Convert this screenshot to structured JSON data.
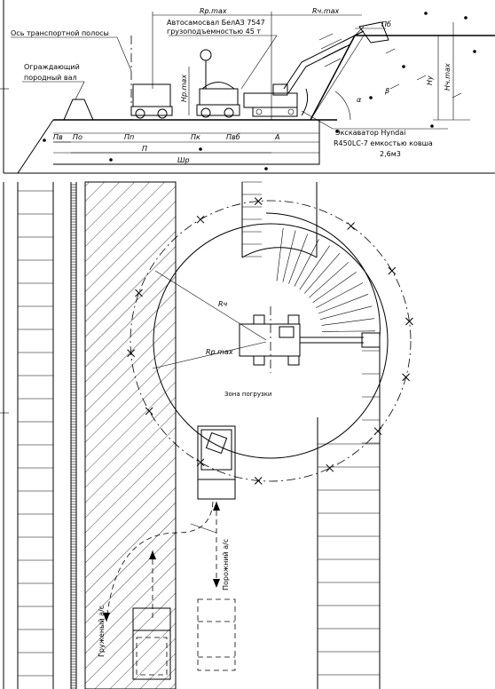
{
  "labels": {
    "transport_axis": "Ось транспортной полосы",
    "barrier": [
      "Ограждающий",
      "породный вал"
    ],
    "truck": [
      "Автосамосвал БелАЗ 7547",
      "грузоподъемностью  45 т"
    ],
    "excavator": [
      "Экскаватор Hyndai",
      "R450LC-7 емкостью ковша",
      "2,6м3"
    ],
    "loading_zone": "Зона погрузки",
    "loaded_ac": "Груженый а/с",
    "empty_ac": "Порожний а/с"
  },
  "dims": {
    "R_r_max": "Rр.max",
    "R_ch_max": "Rч.max",
    "P_b": "Пб",
    "H_r_max": "Нр.max",
    "H_ch_max": "Нч.max",
    "H_y": "Ну",
    "P_v": "Пв",
    "P_o": "По",
    "P_p": "Пп",
    "P_k": "Пк",
    "P_vb": "Пвб",
    "P_total": "П",
    "A": "А",
    "Sh_r": "Шр",
    "alpha": "α",
    "beta": "β",
    "R_ch": "Rч",
    "R_r_max_plan": "Rр.max"
  },
  "colors": {
    "ink": "#000000",
    "paper": "#ffffff"
  }
}
